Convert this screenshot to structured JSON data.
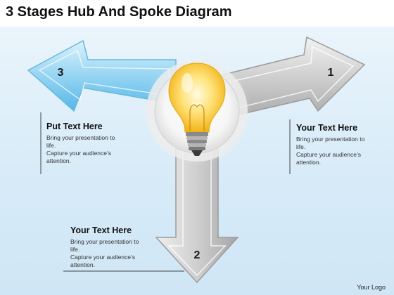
{
  "title": "3 Stages Hub And Spoke Diagram",
  "colors": {
    "accent_blue": "#7ccbf0",
    "gray_arrow": "#bfbfbf",
    "bulb_yellow": "#ffe066"
  },
  "hub": {
    "icon": "light-bulb-icon"
  },
  "stages": [
    {
      "number": "3",
      "heading": "Put Text Here",
      "lines": [
        "Bring your presentation to",
        "life.",
        "Capture your audience’s",
        "attention."
      ]
    },
    {
      "number": "1",
      "heading": "Your Text Here",
      "lines": [
        "Bring your presentation to",
        "life.",
        "Capture your audience’s",
        "attention."
      ]
    },
    {
      "number": "2",
      "heading": "Your Text Here",
      "lines": [
        "Bring your presentation to",
        "life.",
        "Capture your audience’s",
        "attention."
      ]
    }
  ],
  "footer": {
    "logo": "Your Logo"
  }
}
